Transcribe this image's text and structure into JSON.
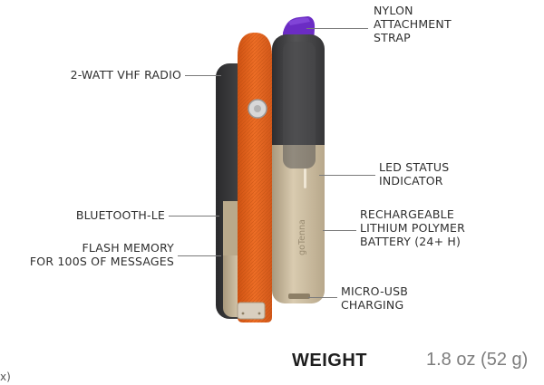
{
  "callouts": {
    "nylon_strap": "NYLON\nATTACHMENT\nSTRAP",
    "vhf_radio": "2-WATT VHF RADIO",
    "led_status": "LED STATUS\nINDICATOR",
    "bluetooth": "BLUETOOTH-LE",
    "battery": "RECHARGEABLE\nLITHIUM POLYMER\nBATTERY (24+ H)",
    "flash_memory": "FLASH MEMORY\nFOR 100S OF MESSAGES",
    "micro_usb": "MICRO-USB\nCHARGING"
  },
  "device_logo": "goTenna",
  "weight": {
    "title": "WEIGHT",
    "value": "1.8 oz (52 g)"
  },
  "cut_off_text": "x)",
  "colors": {
    "orange_strap": "#e8641e",
    "purple_strap": "#6b2cc4",
    "dark_body": "#3c3c3e",
    "gold_body": "#cdbd9f"
  }
}
